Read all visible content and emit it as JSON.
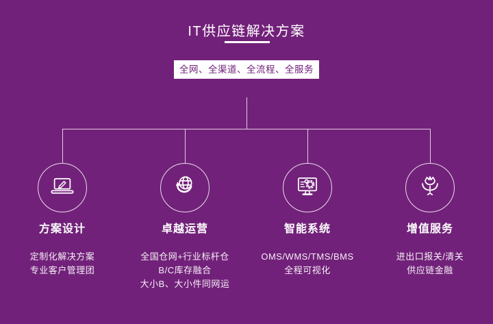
{
  "page": {
    "background_color": "#72217a",
    "accent_color": "#ffffff",
    "line_color": "rgba(255,255,255,0.78)"
  },
  "header": {
    "title": "IT供应链解决方案"
  },
  "badge": {
    "label": "全网、全渠道、全流程、全服务",
    "text_color": "#6e1d79",
    "background": "#ffffff"
  },
  "sections": [
    {
      "icon": "laptop-pencil",
      "title": "方案设计",
      "lines": [
        "定制化解决方案",
        "专业客户管理团"
      ]
    },
    {
      "icon": "globe-arrow",
      "title": "卓越运营",
      "lines": [
        "全国仓网+行业标杆仓",
        "B/C库存融合",
        "大小B、大小件同网运"
      ]
    },
    {
      "icon": "monitor-gears",
      "title": "智能系统",
      "lines": [
        "OMS/WMS/TMS/BMS",
        "全程可视化"
      ]
    },
    {
      "icon": "flower-in-hands",
      "title": "增值服务",
      "lines": [
        "进出口报关/清关",
        "供应链金融"
      ]
    }
  ]
}
